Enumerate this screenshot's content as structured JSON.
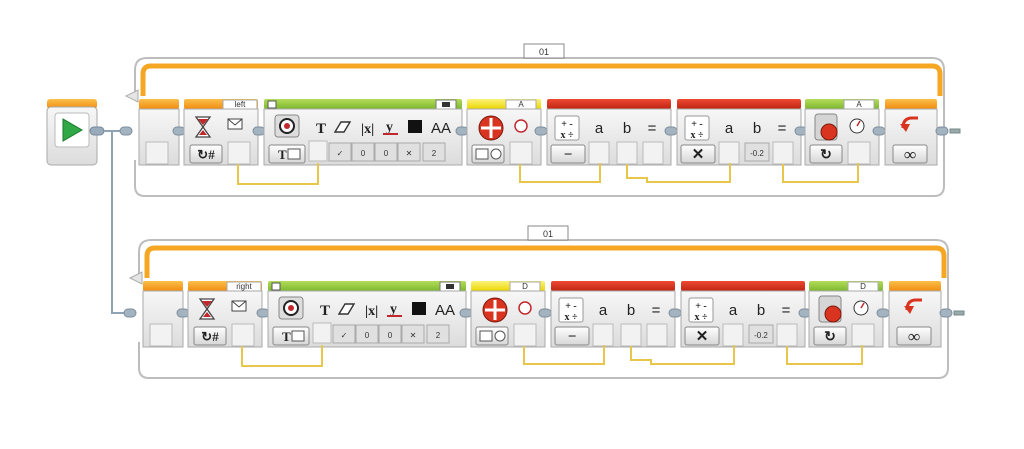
{
  "colors": {
    "orange": "#f5a623",
    "orange_dark": "#e3891a",
    "green": "#8cc63f",
    "yellow": "#f4e31a",
    "red": "#d9341f",
    "block_body": "#e9e9e9",
    "wire": "#e6c64a"
  },
  "start_block": {
    "icon": "play-icon"
  },
  "loops": [
    {
      "name": "01",
      "wait_port": "left",
      "motor_port": "A",
      "motor_port_right": "A",
      "display": {
        "clear": "✓",
        "x": "0",
        "y": "0",
        "color": "✕",
        "size": "2"
      },
      "math1": {
        "op": "minus",
        "a": "a",
        "b": "b",
        "eq": "="
      },
      "math2": {
        "op": "times",
        "a": "a",
        "b": "b",
        "eq": "=",
        "value": "-0.2"
      },
      "loop_mode": "∞"
    },
    {
      "name": "01",
      "wait_port": "right",
      "motor_port": "D",
      "motor_port_right": "D",
      "display": {
        "clear": "✓",
        "x": "0",
        "y": "0",
        "color": "✕",
        "size": "2"
      },
      "math1": {
        "op": "minus",
        "a": "a",
        "b": "b",
        "eq": "="
      },
      "math2": {
        "op": "times",
        "a": "a",
        "b": "b",
        "eq": "=",
        "value": "-0.2"
      },
      "loop_mode": "∞"
    }
  ]
}
